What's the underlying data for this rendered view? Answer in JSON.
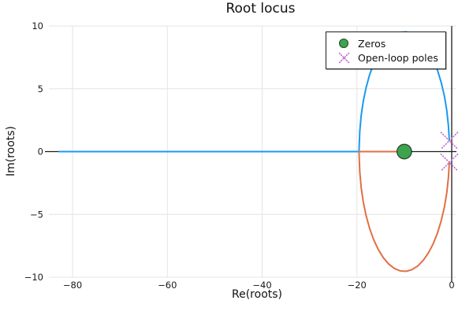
{
  "chart": {
    "title": "Root locus",
    "xlabel": "Re(roots)",
    "ylabel": "Im(roots)"
  },
  "legend": {
    "items": [
      {
        "label": "Zeros",
        "marker": "circle-icon",
        "color": "#3da44d"
      },
      {
        "label": "Open-loop poles",
        "marker": "x-icon",
        "color": "#c271d2"
      }
    ]
  },
  "chart_data": {
    "type": "line",
    "title": "Root locus",
    "xlabel": "Re(roots)",
    "ylabel": "Im(roots)",
    "xlim": [
      -85,
      1
    ],
    "ylim": [
      -10,
      10
    ],
    "xticks": [
      -80,
      -60,
      -40,
      -20,
      0
    ],
    "yticks": [
      -10,
      -5,
      0,
      5,
      10
    ],
    "grid": true,
    "zerolines": true,
    "legend_position": "top-right",
    "zeros": [
      [
        -10,
        0
      ]
    ],
    "poles": [
      [
        -0.5,
        0.866
      ],
      [
        -0.5,
        -0.866
      ]
    ],
    "colors": {
      "zeros": "#3da44d",
      "poles": "#c271d2",
      "grid": "#e4e4e4",
      "zeroline": "#1c1c1c",
      "text": "#1a1a1a"
    },
    "series": [
      {
        "name": "locus-branch-1",
        "color": "#1a9af0",
        "points": [
          [
            -0.5,
            0.865
          ],
          [
            -0.693,
            2.097
          ],
          [
            -1.047,
            3.294
          ],
          [
            -1.553,
            4.435
          ],
          [
            -2.205,
            5.499
          ],
          [
            -2.989,
            6.47
          ],
          [
            -3.893,
            7.329
          ],
          [
            -4.902,
            8.064
          ],
          [
            -5.998,
            8.66
          ],
          [
            -7.163,
            9.108
          ],
          [
            -8.376,
            9.401
          ],
          [
            -9.617,
            9.532
          ],
          [
            -10.865,
            9.501
          ],
          [
            -12.097,
            9.307
          ],
          [
            -13.294,
            8.953
          ],
          [
            -14.435,
            8.447
          ],
          [
            -15.499,
            7.796
          ],
          [
            -16.47,
            7.011
          ],
          [
            -17.329,
            6.107
          ],
          [
            -18.064,
            5.098
          ],
          [
            -18.66,
            4.002
          ],
          [
            -19.108,
            2.837
          ],
          [
            -19.401,
            1.624
          ],
          [
            -19.532,
            0.383
          ],
          [
            -19.54,
            0
          ],
          [
            -35,
            0
          ],
          [
            -55,
            0
          ],
          [
            -82.8,
            0
          ]
        ]
      },
      {
        "name": "locus-branch-2",
        "color": "#e26f46",
        "points": [
          [
            -0.5,
            -0.865
          ],
          [
            -0.693,
            -2.097
          ],
          [
            -1.047,
            -3.294
          ],
          [
            -1.553,
            -4.435
          ],
          [
            -2.205,
            -5.499
          ],
          [
            -2.989,
            -6.47
          ],
          [
            -3.893,
            -7.329
          ],
          [
            -4.902,
            -8.064
          ],
          [
            -5.998,
            -8.66
          ],
          [
            -7.163,
            -9.108
          ],
          [
            -8.376,
            -9.401
          ],
          [
            -9.617,
            -9.532
          ],
          [
            -10.865,
            -9.501
          ],
          [
            -12.097,
            -9.307
          ],
          [
            -13.294,
            -8.953
          ],
          [
            -14.435,
            -8.447
          ],
          [
            -15.499,
            -7.796
          ],
          [
            -16.47,
            -7.011
          ],
          [
            -17.329,
            -6.107
          ],
          [
            -18.064,
            -5.098
          ],
          [
            -18.66,
            -4.002
          ],
          [
            -19.108,
            -2.837
          ],
          [
            -19.401,
            -1.624
          ],
          [
            -19.532,
            -0.383
          ],
          [
            -19.54,
            0
          ],
          [
            -10,
            0
          ]
        ]
      }
    ]
  }
}
